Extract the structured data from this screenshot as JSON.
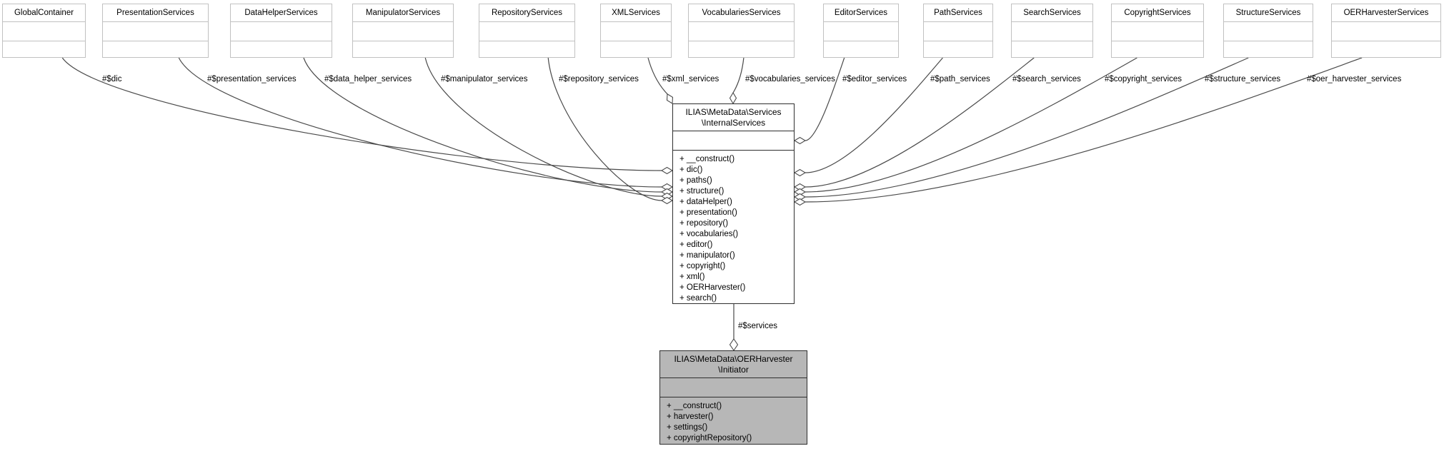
{
  "diagram": {
    "type": "uml-class-diagram",
    "top_classes": [
      {
        "name": "GlobalContainer",
        "edge_label": "#$dic"
      },
      {
        "name": "PresentationServices",
        "edge_label": "#$presentation_services"
      },
      {
        "name": "DataHelperServices",
        "edge_label": "#$data_helper_services"
      },
      {
        "name": "ManipulatorServices",
        "edge_label": "#$manipulator_services"
      },
      {
        "name": "RepositoryServices",
        "edge_label": "#$repository_services"
      },
      {
        "name": "XMLServices",
        "edge_label": "#$xml_services"
      },
      {
        "name": "VocabulariesServices",
        "edge_label": "#$vocabularies_services"
      },
      {
        "name": "EditorServices",
        "edge_label": "#$editor_services"
      },
      {
        "name": "PathServices",
        "edge_label": "#$path_services"
      },
      {
        "name": "SearchServices",
        "edge_label": "#$search_services"
      },
      {
        "name": "CopyrightServices",
        "edge_label": "#$copyright_services"
      },
      {
        "name": "StructureServices",
        "edge_label": "#$structure_services"
      },
      {
        "name": "OERHarvesterServices",
        "edge_label": "#$oer_harvester_services"
      }
    ],
    "internal_services": {
      "title_line1": "ILIAS\\MetaData\\Services",
      "title_line2": "\\InternalServices",
      "methods": [
        "+ __construct()",
        "+ dic()",
        "+ paths()",
        "+ structure()",
        "+ dataHelper()",
        "+ presentation()",
        "+ repository()",
        "+ vocabularies()",
        "+ editor()",
        "+ manipulator()",
        "+ copyright()",
        "+ xml()",
        "+ OERHarvester()",
        "+ search()"
      ]
    },
    "services_edge_label": "#$services",
    "initiator": {
      "title_line1": "ILIAS\\MetaData\\OERHarvester",
      "title_line2": "\\Initiator",
      "methods": [
        "+ __construct()",
        "+ harvester()",
        "+ settings()",
        "+ copyrightRepository()"
      ]
    },
    "colors": {
      "box_border_light": "#c1c1c1",
      "box_border_dark": "#2e2e2e",
      "edge": "#4a4a4a",
      "initiator_fill": "#b7b7b7",
      "background": "#ffffff",
      "text": "#000000"
    }
  }
}
